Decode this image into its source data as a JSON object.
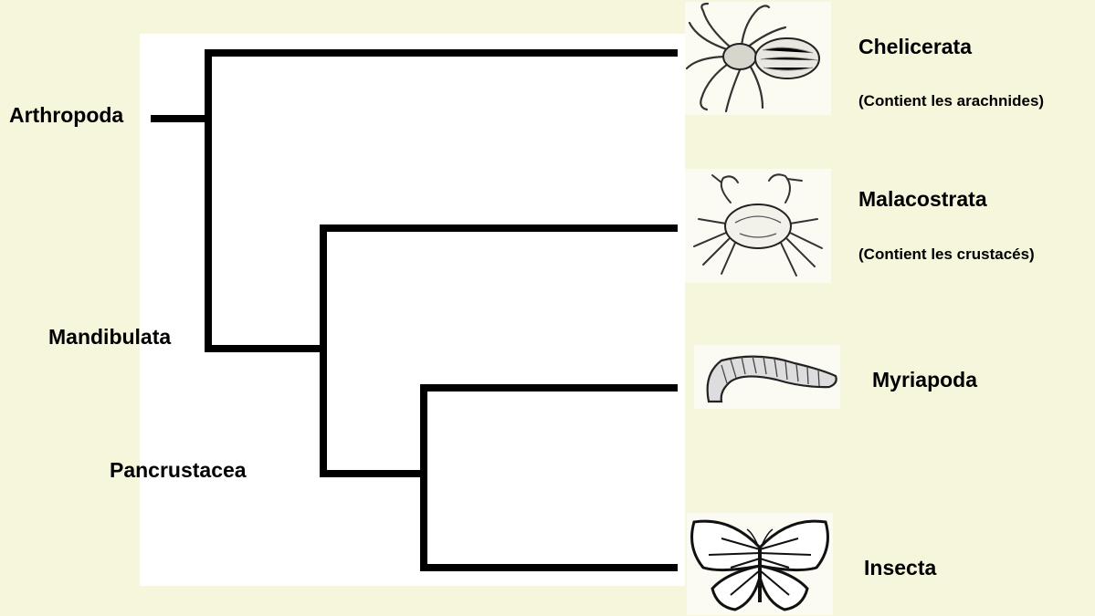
{
  "tree": {
    "internal_nodes": {
      "root": "Arthropoda",
      "mandibulata": "Mandibulata",
      "pancrustacea": "Pancrustacea"
    },
    "taxa": [
      {
        "name": "Chelicerata",
        "note": "(Contient les arachnides)",
        "icon": "spider-icon"
      },
      {
        "name": "Malacostrata",
        "note": "(Contient les crustacés)",
        "icon": "crab-icon"
      },
      {
        "name": "Myriapoda",
        "note": "",
        "icon": "millipede-icon"
      },
      {
        "name": "Insecta",
        "note": "",
        "icon": "butterfly-icon"
      }
    ]
  },
  "colors": {
    "background": "#f6f6dc",
    "panel": "#ffffff",
    "branch": "#000000"
  }
}
